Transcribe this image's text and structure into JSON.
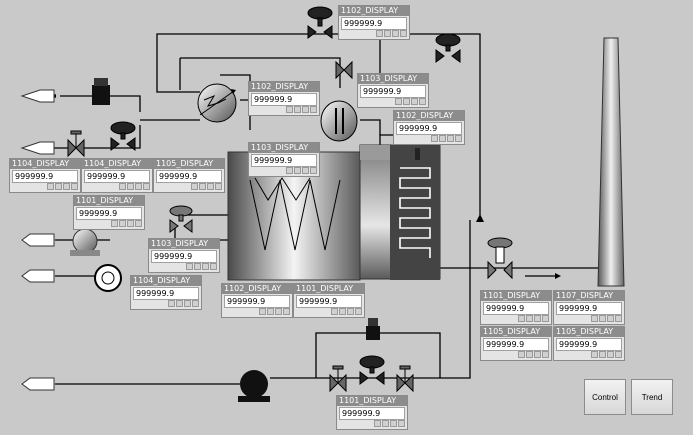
{
  "displays": [
    {
      "id": "d0",
      "tag": "1102_DISPLAY",
      "value": "999999.9"
    },
    {
      "id": "d1",
      "tag": "1102_DISPLAY",
      "value": "999999.9"
    },
    {
      "id": "d2",
      "tag": "1103_DISPLAY",
      "value": "999999.9"
    },
    {
      "id": "d3",
      "tag": "1102_DISPLAY",
      "value": "999999.9"
    },
    {
      "id": "d4",
      "tag": "1103_DISPLAY",
      "value": "999999.9"
    },
    {
      "id": "d5",
      "tag": "1104_DISPLAY",
      "value": "999999.9"
    },
    {
      "id": "d6",
      "tag": "1104_DISPLAY",
      "value": "999999.9"
    },
    {
      "id": "d7",
      "tag": "1105_DISPLAY",
      "value": "999999.9"
    },
    {
      "id": "d8",
      "tag": "1101_DISPLAY",
      "value": "999999.9"
    },
    {
      "id": "d9",
      "tag": "1103_DISPLAY",
      "value": "999999.9"
    },
    {
      "id": "d10",
      "tag": "1104_DISPLAY",
      "value": "999999.9"
    },
    {
      "id": "d11",
      "tag": "1102_DISPLAY",
      "value": "999999.9"
    },
    {
      "id": "d12",
      "tag": "1101_DISPLAY",
      "value": "999999.9"
    },
    {
      "id": "d13",
      "tag": "1101_DISPLAY",
      "value": "999999.9"
    },
    {
      "id": "d14",
      "tag": "1107_DISPLAY",
      "value": "999999.9"
    },
    {
      "id": "d15",
      "tag": "1105_DISPLAY",
      "value": "999999.9"
    },
    {
      "id": "d16",
      "tag": "1105_DISPLAY",
      "value": "999999.9"
    },
    {
      "id": "d17",
      "tag": "1101_DISPLAY",
      "value": "999999.9"
    }
  ],
  "buttons": {
    "control": "Control",
    "trend": "Trend"
  },
  "colors": {
    "background": "#c9c9c9",
    "pipe": "#000000",
    "header": "#8c8c8c"
  }
}
